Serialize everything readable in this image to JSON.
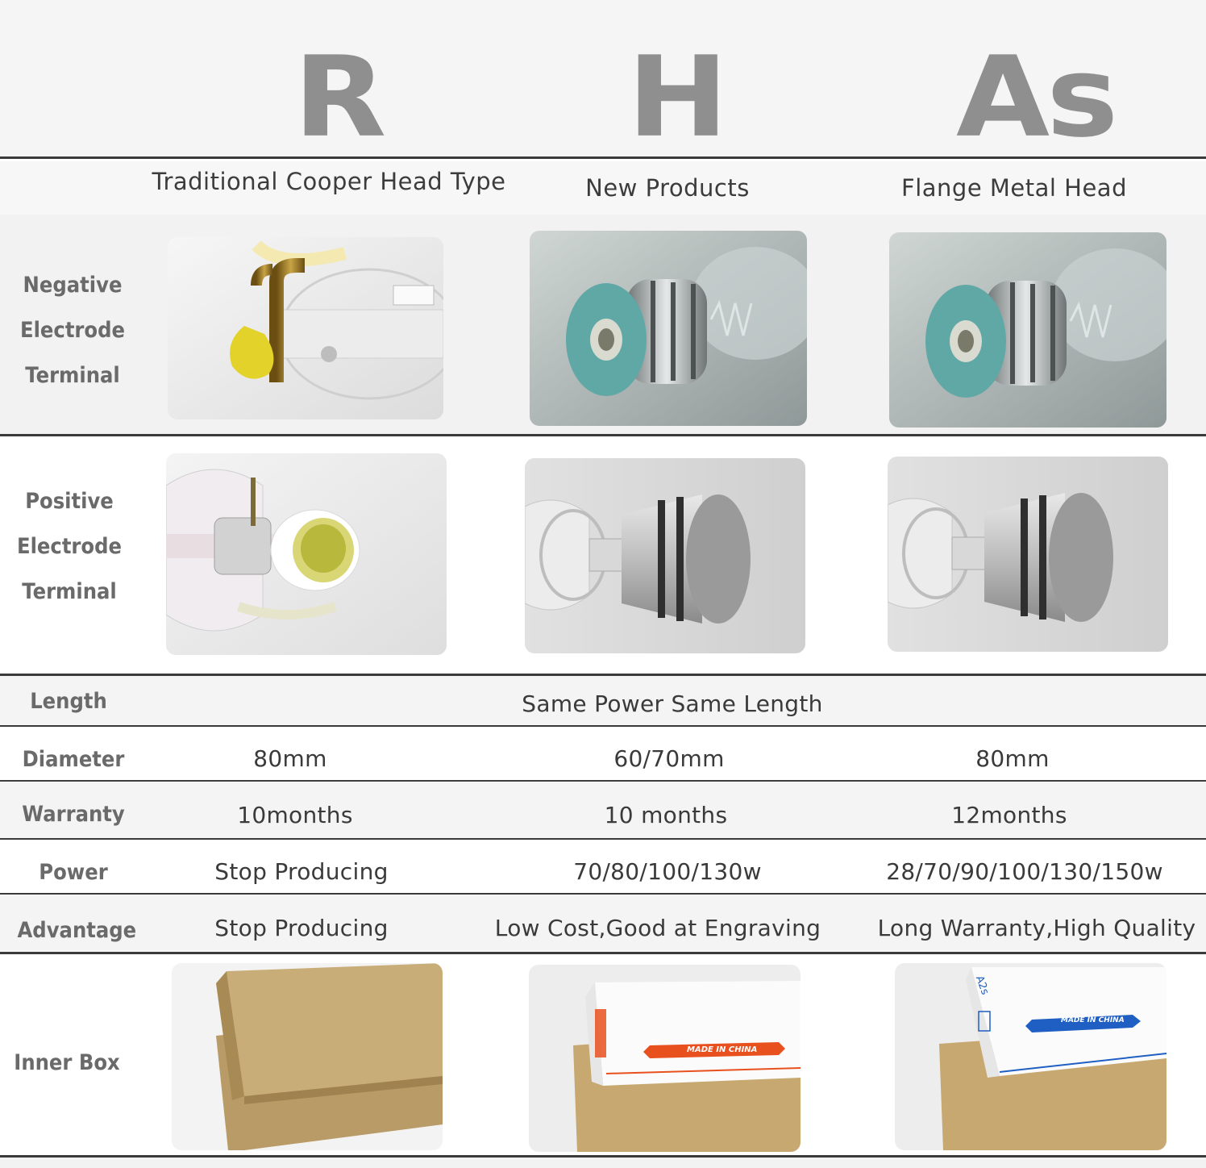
{
  "columns": [
    {
      "code": "R",
      "subtitle": "Traditional Cooper Head Type"
    },
    {
      "code": "H",
      "subtitle": "New Products"
    },
    {
      "code": "As",
      "subtitle": "Flange Metal Head"
    }
  ],
  "rows": {
    "negative": {
      "label": [
        "Negative",
        "Electrode",
        "Terminal"
      ]
    },
    "positive": {
      "label": [
        "Positive",
        "Electrode",
        "Terminal"
      ]
    },
    "length": {
      "label": "Length",
      "value": "Same Power Same Length"
    },
    "diameter": {
      "label": "Diameter",
      "values": [
        "80mm",
        "60/70mm",
        "80mm"
      ]
    },
    "warranty": {
      "label": "Warranty",
      "values": [
        "10months",
        "10 months",
        "12months"
      ]
    },
    "power": {
      "label": "Power",
      "values": [
        "Stop Producing",
        "70/80/100/130w",
        "28/70/90/100/130/150w"
      ]
    },
    "advantage": {
      "label": "Advantage",
      "values": [
        "Stop Producing",
        "Low Cost,Good at Engraving",
        "Long Warranty,High Quality"
      ]
    },
    "innerbox": {
      "label": "Inner Box"
    }
  },
  "box_print": {
    "made_in_china": "MADE IN CHINA",
    "as_mark": "A2s"
  },
  "colors": {
    "heading_gray": "#8f8f8f",
    "label_gray": "#6a6a6a",
    "rule": "#3a3a3a",
    "band_light": "#f4f4f4",
    "box_orange": "#e8501e",
    "box_blue": "#1f5fc4"
  }
}
